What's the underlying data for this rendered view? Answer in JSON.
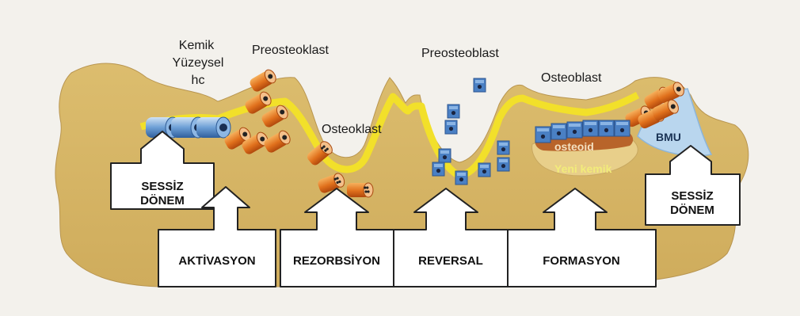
{
  "labels": {
    "surface_line1": "Kemik",
    "surface_line2": "Yüzeysel",
    "surface_line3": "hc",
    "preosteoclast": "Preosteoklast",
    "osteoclast": "Osteoklast",
    "preosteoblast": "Preosteoblast",
    "osteoblast": "Osteoblast",
    "osteoid": "osteoid",
    "new_bone": "Yeni kemik",
    "bmu": "BMU"
  },
  "phases": {
    "quiet_left_line1": "SESSİZ",
    "quiet_left_line2": "DÖNEM",
    "activation": "AKTİVASYON",
    "resorption": "REZORBSİYON",
    "reversal": "REVERSAL",
    "formation": "FORMASYON",
    "quiet_right_line1": "SESSİZ",
    "quiet_right_line2": "DÖNEM"
  },
  "colors": {
    "bone": "#d9b96a",
    "surface": "#f2e02a",
    "lining_cell": "#5a8fcf",
    "preosteoclast": "#e2761e",
    "preosteoblast": "#4a80c4",
    "osteoid": "#b8642a",
    "new_bone": "#e8cf8a",
    "bmu": "#b9d6ee"
  }
}
